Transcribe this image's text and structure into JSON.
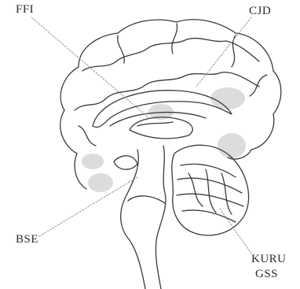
{
  "labels": {
    "ffi": "FFI",
    "cjd": "CJD",
    "bse": "BSE",
    "kuru": "KURU",
    "gss": "GSS"
  },
  "colors": {
    "line": "#3a3a3a",
    "shade": "#d8d8d8",
    "background": "#ffffff"
  }
}
